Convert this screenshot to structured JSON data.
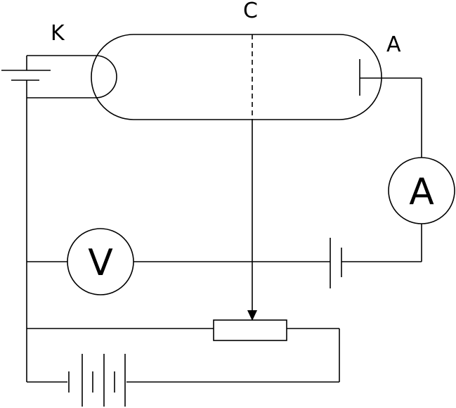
{
  "labels": {
    "cathode": "K",
    "grid": "C",
    "anode": "A",
    "ammeter": "A",
    "voltmeter": "V"
  },
  "colors": {
    "stroke": "#000000",
    "background": "#ffffff"
  }
}
